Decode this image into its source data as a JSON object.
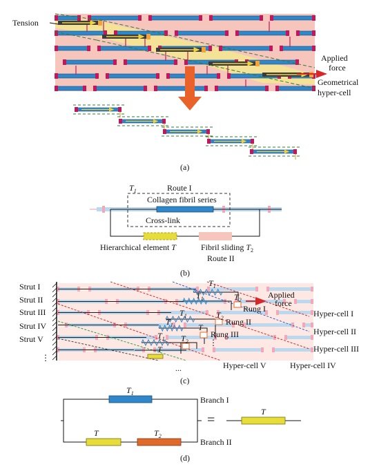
{
  "panel_a": {
    "caption": "(a)",
    "tension_label": "Tension",
    "applied_label_1": "Applied",
    "applied_label_2": "force",
    "hypercell_label_1": "Geometrical",
    "hypercell_label_2": "hyper-cell"
  },
  "panel_b": {
    "caption": "(b)",
    "t1_label": "T",
    "t1_sub": "1",
    "route1_label": "Route I",
    "fibril_series_label": "Collagen fibril series",
    "crosslink_label": "Cross-link",
    "hier_label": "Hierarchical element ",
    "hier_var": "T",
    "sliding_label": "Fibril sliding ",
    "sliding_var": "T",
    "sliding_sub": "2",
    "route2_label": "Route II"
  },
  "panel_c": {
    "caption": "(c)",
    "struts": [
      "Strut I",
      "Strut II",
      "Strut III",
      "Strut IV",
      "Strut V",
      "⋮"
    ],
    "rungs": [
      "Rung I",
      "Rung II",
      "Rung III"
    ],
    "hypercells_right": [
      "Hyper-cell I",
      "Hyper-cell II",
      "Hyper-cell III"
    ],
    "hypercells_bottom": [
      "Hyper-cell V",
      "Hyper-cell IV"
    ],
    "applied_label_1": "Applied",
    "applied_label_2": "force",
    "t_label": "T",
    "sub_1": "1",
    "sub_2": "2",
    "dots": "..."
  },
  "panel_d": {
    "caption": "(d)",
    "branch1_label": "Branch I",
    "branch2_label": "Branch II",
    "t_label": "T",
    "sub_1": "1",
    "sub_2": "2",
    "equals": "="
  },
  "colors": {
    "fibril_blue": "#2f86c9",
    "crosslink_magenta": "#c2185b",
    "matrix_pink": "#f6c6bd",
    "hierarchical_yellow": "#e6dc3a",
    "sliding_orange": "#e06a2a",
    "arrow_orange": "#e8622a",
    "dashed_green": "#2e7d32",
    "force_red": "#d62828"
  }
}
